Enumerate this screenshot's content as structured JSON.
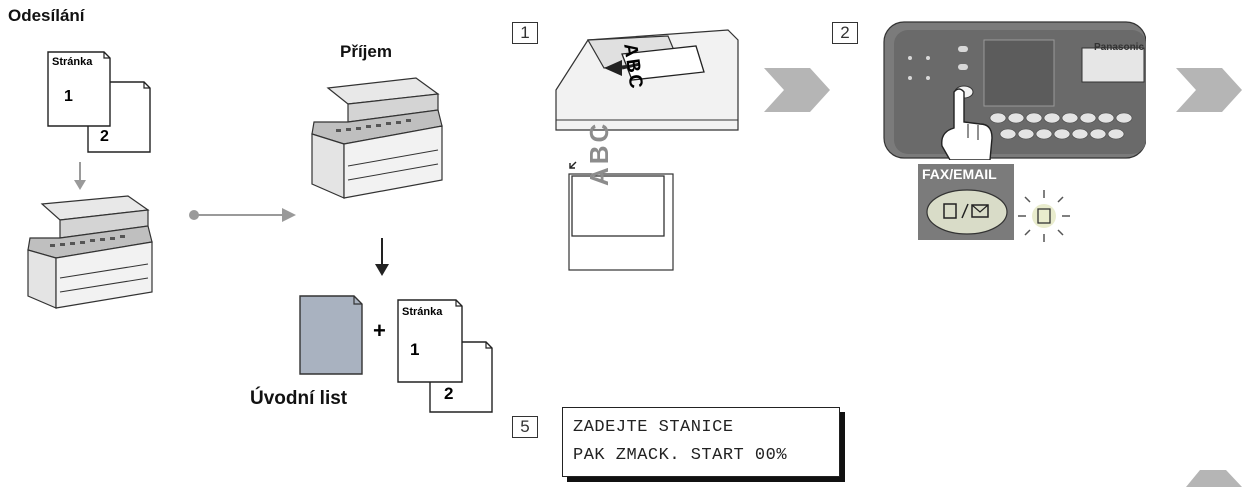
{
  "left": {
    "send_title": "Odesílání",
    "page_label": "Stránka",
    "page_one": "1",
    "page_two": "2"
  },
  "middle": {
    "receive_title": "Příjem",
    "cover_label": "Úvodní list",
    "plus": "+",
    "page_label": "Stránka",
    "page_one": "1",
    "page_two": "2"
  },
  "steps": [
    {
      "number": "1"
    },
    {
      "number": "2"
    },
    {
      "number": "5"
    }
  ],
  "step1": {
    "doc_text": "ABC",
    "preview_text": "ABC"
  },
  "step2": {
    "brand": "Panasonic",
    "button_label": "FAX/EMAIL"
  },
  "lcd": {
    "line1": "ZADEJTE STANICE",
    "line2": "PAK ZMACK. START 00%"
  },
  "colors": {
    "arrow_gray": "#9a9a9a",
    "chevron_gray": "#b5b5b5",
    "cover_fill": "#a9b2c0",
    "panel_gray": "#7b7b7b"
  }
}
